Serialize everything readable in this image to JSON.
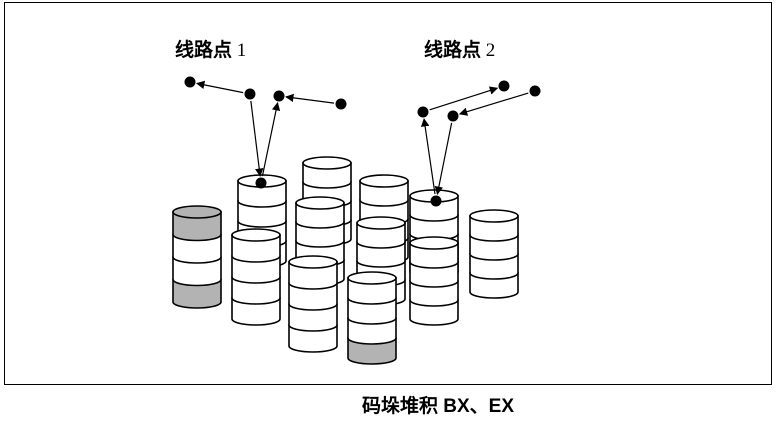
{
  "diagram": {
    "route_label_1": {
      "text": "线路点",
      "number": "1"
    },
    "route_label_2": {
      "text": "线路点",
      "number": "2"
    },
    "caption": "码垛堆积 BX、EX"
  },
  "colors": {
    "stroke": "#000000",
    "fill_white": "#ffffff",
    "fill_gray": "#b3b3b3"
  }
}
